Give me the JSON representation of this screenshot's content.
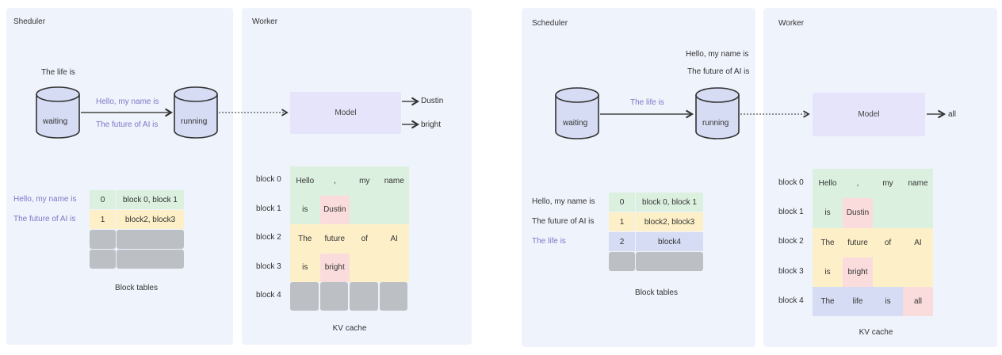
{
  "left": {
    "scheduler": {
      "title": "Sheduler",
      "waiting_label": "waiting",
      "running_label": "running",
      "waiting_queue": [
        "The life is"
      ],
      "arrow_labels": [
        "Hello, my name is",
        "The future of AI is"
      ],
      "block_table": {
        "caption": "Block tables",
        "rows": [
          {
            "seq": "Hello, my name is",
            "id": "0",
            "blocks": "block 0, block 1",
            "color": "green"
          },
          {
            "seq": "The future of AI is",
            "id": "1",
            "blocks": "block2, block3",
            "color": "yellow"
          },
          {
            "seq": "",
            "id": "",
            "blocks": "",
            "color": "gray"
          },
          {
            "seq": "",
            "id": "",
            "blocks": "",
            "color": "gray"
          }
        ]
      }
    },
    "worker": {
      "title": "Worker",
      "model_label": "Model",
      "outputs": [
        "Dustin",
        "bright"
      ],
      "kv_cache": {
        "caption": "KV cache",
        "row_labels": [
          "block 0",
          "block 1",
          "block 2",
          "block 3",
          "block 4"
        ],
        "rows": [
          [
            {
              "t": "Hello",
              "c": "green"
            },
            {
              "t": ",",
              "c": "green"
            },
            {
              "t": "my",
              "c": "green"
            },
            {
              "t": "name",
              "c": "green"
            }
          ],
          [
            {
              "t": "is",
              "c": "green"
            },
            {
              "t": "Dustin",
              "c": "pink"
            },
            {
              "t": "",
              "c": "green"
            },
            {
              "t": "",
              "c": "green"
            }
          ],
          [
            {
              "t": "The",
              "c": "yellow"
            },
            {
              "t": "future",
              "c": "yellow"
            },
            {
              "t": "of",
              "c": "yellow"
            },
            {
              "t": "AI",
              "c": "yellow"
            }
          ],
          [
            {
              "t": "is",
              "c": "yellow"
            },
            {
              "t": "bright",
              "c": "pink"
            },
            {
              "t": "",
              "c": "yellow"
            },
            {
              "t": "",
              "c": "yellow"
            }
          ],
          [
            {
              "t": "",
              "c": "gray"
            },
            {
              "t": "",
              "c": "gray"
            },
            {
              "t": "",
              "c": "gray"
            },
            {
              "t": "",
              "c": "gray"
            }
          ]
        ]
      }
    }
  },
  "right": {
    "scheduler": {
      "title": "Scheduler",
      "waiting_label": "waiting",
      "running_label": "running",
      "running_queue": [
        "Hello, my name is",
        "The future of AI is"
      ],
      "arrow_labels": [
        "The life is"
      ],
      "block_table": {
        "caption": "Block tables",
        "rows": [
          {
            "seq": "Hello, my name is",
            "id": "0",
            "blocks": "block 0, block 1",
            "color": "green"
          },
          {
            "seq": "The future of AI is",
            "id": "1",
            "blocks": "block2, block3",
            "color": "yellow"
          },
          {
            "seq": "The life is",
            "id": "2",
            "blocks": "block4",
            "color": "blue"
          },
          {
            "seq": "",
            "id": "",
            "blocks": "",
            "color": "gray"
          }
        ]
      }
    },
    "worker": {
      "title": "Worker",
      "model_label": "Model",
      "outputs": [
        "all"
      ],
      "kv_cache": {
        "caption": "KV cache",
        "row_labels": [
          "block 0",
          "block 1",
          "block 2",
          "block 3",
          "block 4"
        ],
        "rows": [
          [
            {
              "t": "Hello",
              "c": "green"
            },
            {
              "t": ",",
              "c": "green"
            },
            {
              "t": "my",
              "c": "green"
            },
            {
              "t": "name",
              "c": "green"
            }
          ],
          [
            {
              "t": "is",
              "c": "green"
            },
            {
              "t": "Dustin",
              "c": "pink"
            },
            {
              "t": "",
              "c": "green"
            },
            {
              "t": "",
              "c": "green"
            }
          ],
          [
            {
              "t": "The",
              "c": "yellow"
            },
            {
              "t": "future",
              "c": "yellow"
            },
            {
              "t": "of",
              "c": "yellow"
            },
            {
              "t": "AI",
              "c": "yellow"
            }
          ],
          [
            {
              "t": "is",
              "c": "yellow"
            },
            {
              "t": "bright",
              "c": "pink"
            },
            {
              "t": "",
              "c": "yellow"
            },
            {
              "t": "",
              "c": "yellow"
            }
          ],
          [
            {
              "t": "The",
              "c": "blue"
            },
            {
              "t": "life",
              "c": "blue"
            },
            {
              "t": "is",
              "c": "blue"
            },
            {
              "t": "all",
              "c": "pink"
            }
          ]
        ]
      }
    }
  }
}
